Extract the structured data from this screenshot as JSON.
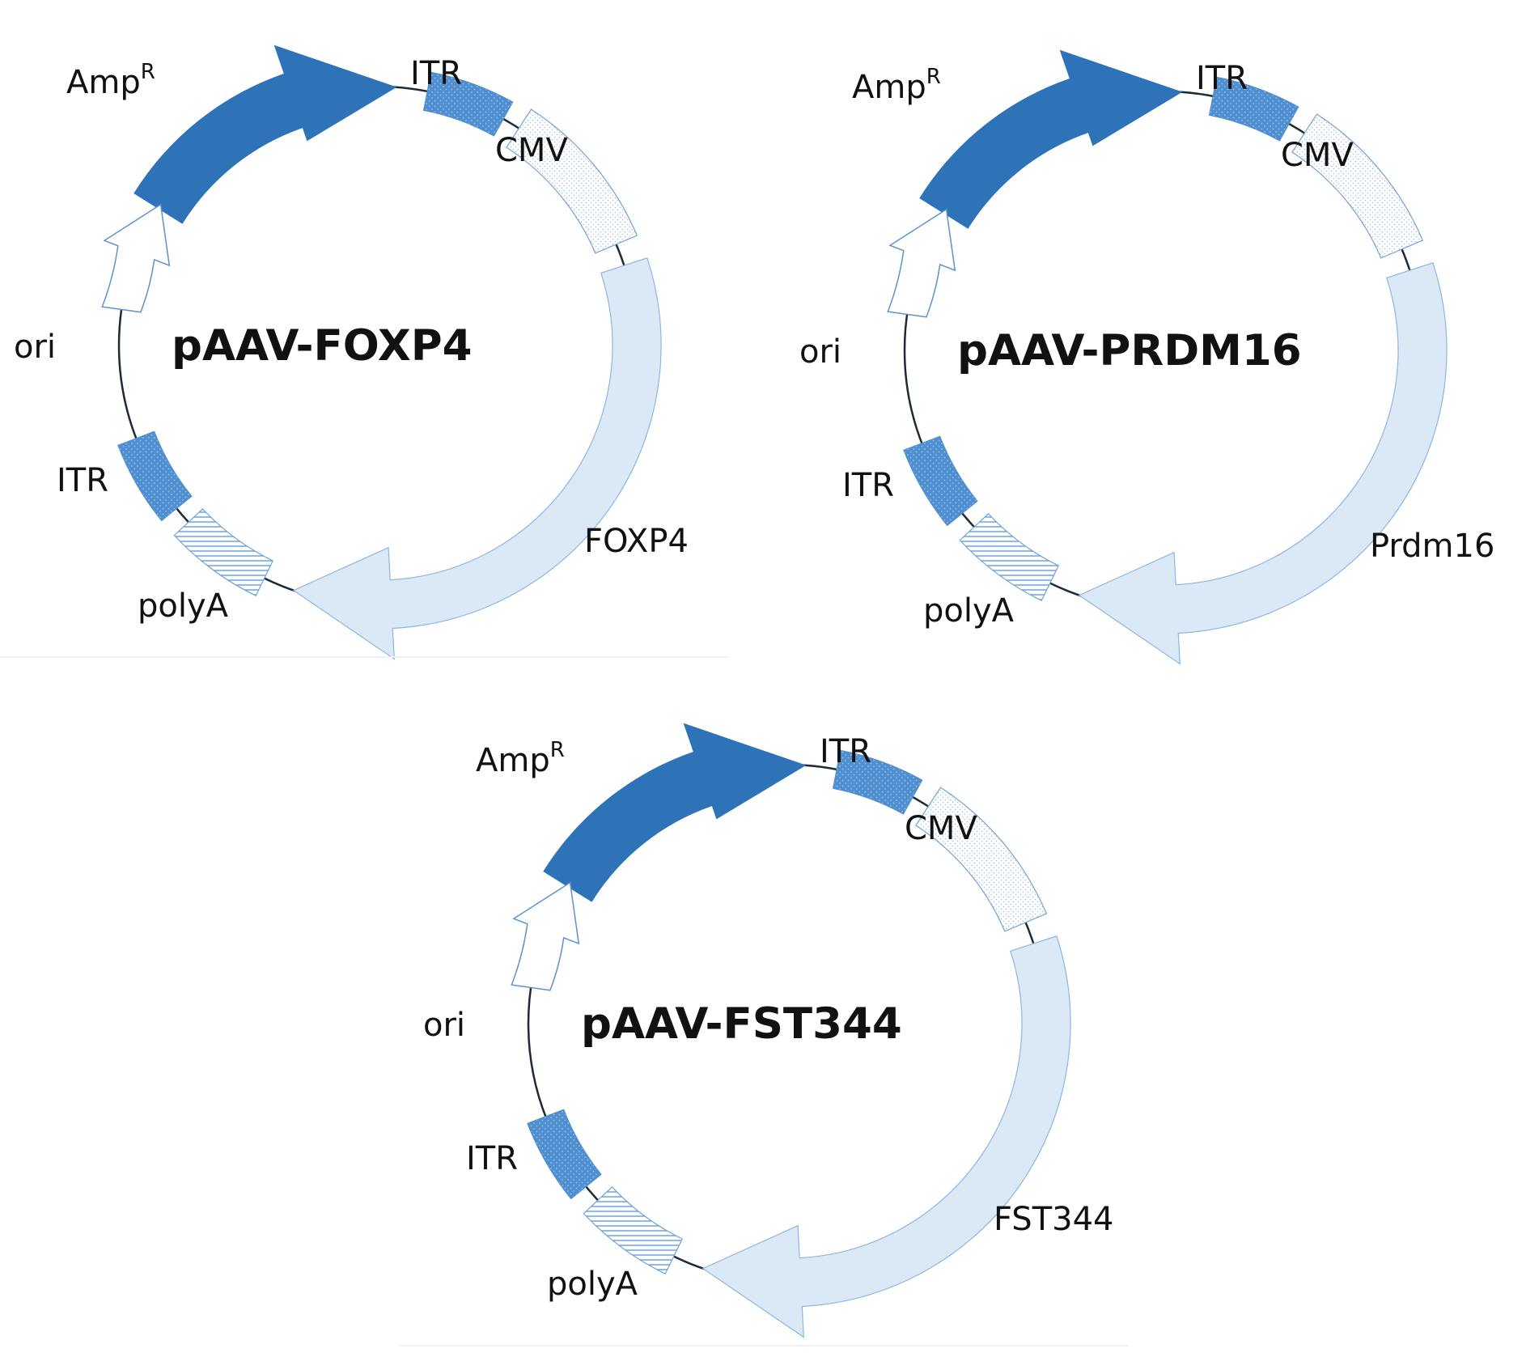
{
  "colors": {
    "backbone": "#1c2b3a",
    "ampr": "#2e73b8",
    "itr": "#4f8fcf",
    "cmv_stroke": "#6fa3d6",
    "gene": "#dbe9f7",
    "gene_stroke": "#8db6e0",
    "polya_hatch": "#6fa3d6",
    "ori_stroke": "#5b93cc"
  },
  "labels": {
    "ampr_base": "Amp",
    "ampr_sup": "R",
    "itr": "ITR",
    "cmv": "CMV",
    "ori": "ori",
    "polya": "polyA"
  },
  "plasmids": [
    {
      "title": "pAAV-FOXP4",
      "gene_label": "FOXP4"
    },
    {
      "title": "pAAV-PRDM16",
      "gene_label": "Prdm16"
    },
    {
      "title": "pAAV-FST344",
      "gene_label": "FST344"
    }
  ]
}
